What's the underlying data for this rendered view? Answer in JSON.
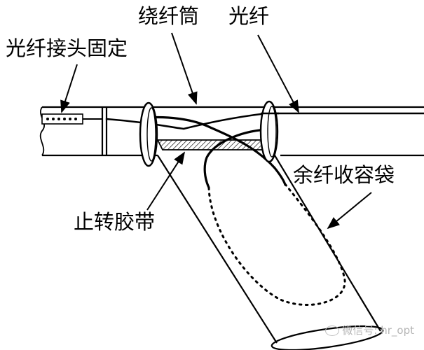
{
  "labels": {
    "spool": "绕纤筒",
    "fiber": "光纤",
    "joint_fixation": "光纤接头固定",
    "anti_twist_tape": "止转胶带",
    "excess_fiber_bag": "余纤收容袋"
  },
  "watermark": "微信号: hr_opt"
}
